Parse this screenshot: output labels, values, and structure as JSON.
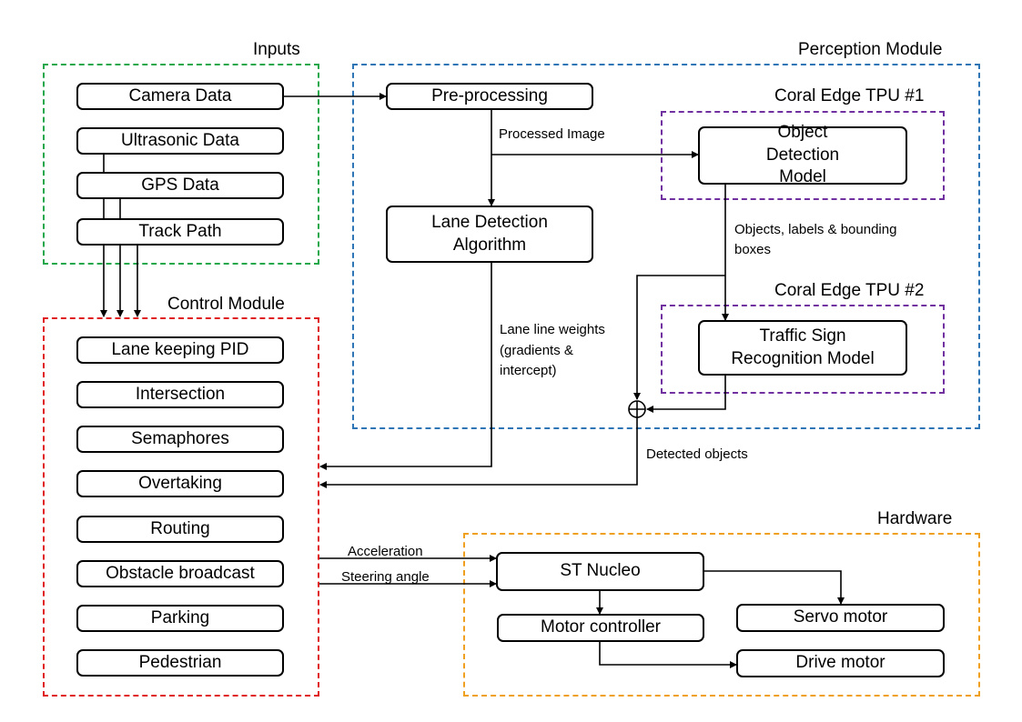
{
  "colors": {
    "inputs": "#22a84a",
    "perception": "#2e75b6",
    "tpu": "#7030a0",
    "control": "#e02020",
    "hardware": "#f0a020"
  },
  "inputs": {
    "title": "Inputs",
    "camera": "Camera Data",
    "ultrasonic": "Ultrasonic Data",
    "gps": "GPS Data",
    "track": "Track Path"
  },
  "perception": {
    "title": "Perception Module",
    "preprocessing": "Pre-processing",
    "lane_detection": "Lane Detection Algorithm",
    "tpu1_title": "Coral Edge TPU #1",
    "object_detection": "Object Detection Model",
    "tpu2_title": "Coral Edge TPU #2",
    "traffic_sign": "Traffic Sign Recognition Model"
  },
  "control": {
    "title": "Control Module",
    "items": [
      "Lane keeping PID",
      "Intersection",
      "Semaphores",
      "Overtaking",
      "Routing",
      "Obstacle broadcast",
      "Parking",
      "Pedestrian"
    ]
  },
  "hardware": {
    "title": "Hardware",
    "nucleo": "ST Nucleo",
    "motor_controller": "Motor controller",
    "servo": "Servo motor",
    "drive": "Drive motor"
  },
  "edges": {
    "processed_image": "Processed Image",
    "objects_labels_1": "Objects, labels & bounding",
    "objects_labels_2": "boxes",
    "lane_weights_1": "Lane line weights",
    "lane_weights_2": "(gradients &",
    "lane_weights_3": "intercept)",
    "detected_objects": "Detected objects",
    "acceleration": "Acceleration",
    "steering": "Steering angle"
  }
}
